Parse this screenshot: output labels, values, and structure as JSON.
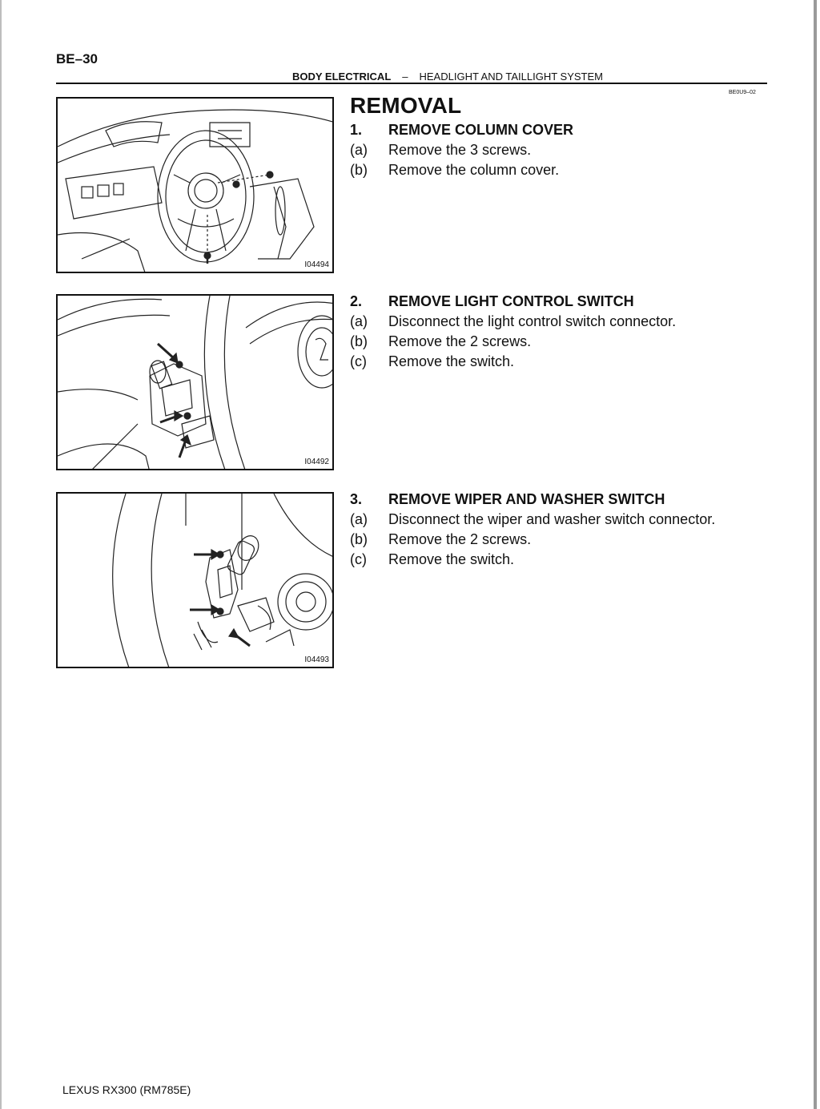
{
  "header": {
    "page_id": "BE–30",
    "section": "BODY ELECTRICAL",
    "separator": "–",
    "subsection": "HEADLIGHT AND TAILLIGHT SYSTEM",
    "doc_code": "BE0U9–02"
  },
  "title": "REMOVAL",
  "steps": [
    {
      "number": "1.",
      "heading": "REMOVE COLUMN COVER",
      "substeps": [
        {
          "label": "(a)",
          "text": "Remove the 3 screws."
        },
        {
          "label": "(b)",
          "text": "Remove the column cover."
        }
      ]
    },
    {
      "number": "2.",
      "heading": "REMOVE LIGHT CONTROL SWITCH",
      "substeps": [
        {
          "label": "(a)",
          "text": "Disconnect the light control switch connector."
        },
        {
          "label": "(b)",
          "text": "Remove the 2 screws."
        },
        {
          "label": "(c)",
          "text": "Remove the switch."
        }
      ]
    },
    {
      "number": "3.",
      "heading": "REMOVE WIPER AND WASHER SWITCH",
      "substeps": [
        {
          "label": "(a)",
          "text": "Disconnect the wiper and washer switch connector."
        },
        {
          "label": "(b)",
          "text": "Remove the 2 screws."
        },
        {
          "label": "(c)",
          "text": "Remove the switch."
        }
      ]
    }
  ],
  "figures": [
    {
      "id": "I04494"
    },
    {
      "id": "I04492"
    },
    {
      "id": "I04493"
    }
  ],
  "footer": "LEXUS RX300   (RM785E)"
}
